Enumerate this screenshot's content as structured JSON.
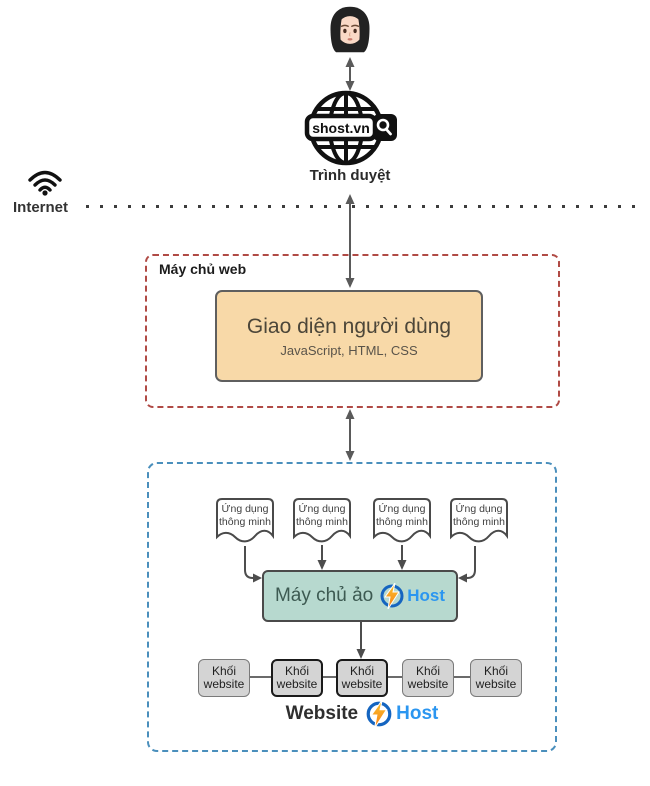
{
  "user": {
    "icon": "woman-emoji"
  },
  "browser": {
    "url": "shost.vn",
    "label": "Trình duyệt",
    "icon": "globe-search-icon"
  },
  "internet": {
    "label": "Internet",
    "icon": "wifi-icon"
  },
  "web_server": {
    "label": "Máy chủ web",
    "ui_box": {
      "title": "Giao diện người dùng",
      "subtitle": "JavaScript, HTML, CSS"
    }
  },
  "hosting": {
    "apps": [
      {
        "label": "Ứng dụng thông minh"
      },
      {
        "label": "Ứng dụng thông minh"
      },
      {
        "label": "Ứng dụng thông minh"
      },
      {
        "label": "Ứng dụng thông minh"
      }
    ],
    "virtual_server": {
      "label": "Máy chủ ảo",
      "brand": "Host",
      "brand_icon": "lightning-bolt-icon"
    },
    "website_blocks": [
      {
        "label": "Khối website",
        "highlighted": false
      },
      {
        "label": "Khối website",
        "highlighted": true
      },
      {
        "label": "Khối website",
        "highlighted": true
      },
      {
        "label": "Khối website",
        "highlighted": false
      },
      {
        "label": "Khối website",
        "highlighted": false
      }
    ],
    "footer": {
      "label": "Website",
      "brand": "Host",
      "brand_icon": "lightning-bolt-icon"
    }
  },
  "colors": {
    "web_server_border": "#b04a45",
    "hosting_border": "#4a8fbc",
    "ui_box_fill": "#f8d9a8",
    "virtual_server_fill": "#b7d9cf",
    "website_block_fill": "#d4d4d4",
    "brand_blue": "#2b96f0",
    "bolt_orange": "#f9a825"
  }
}
